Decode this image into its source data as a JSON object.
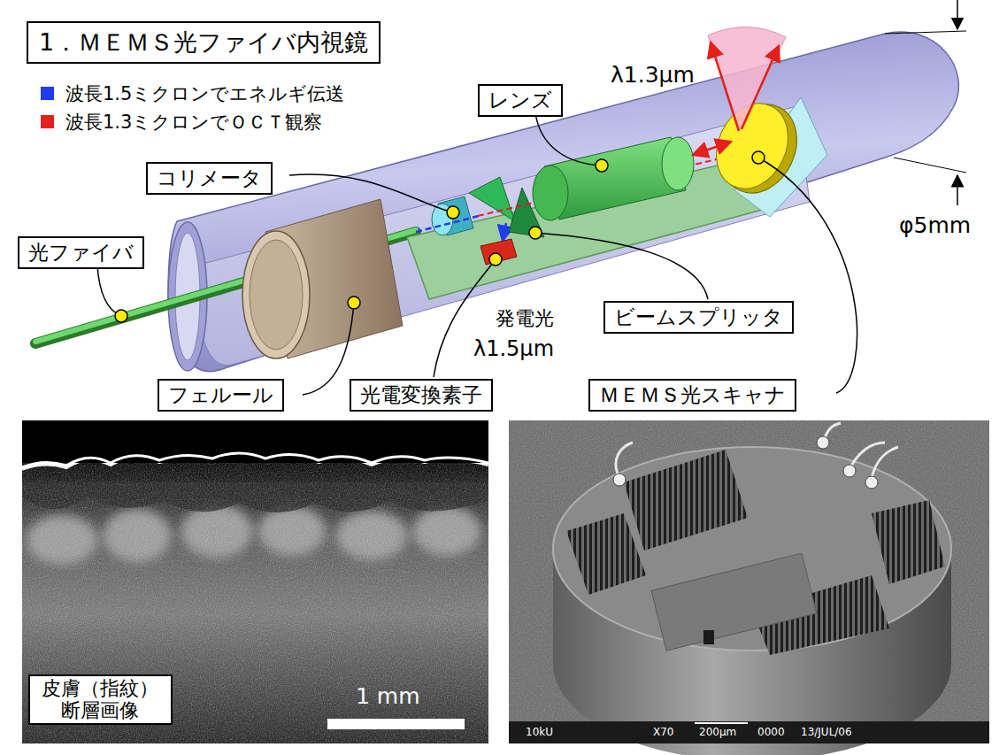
{
  "diagram": {
    "title": "1．ＭＥＭＳ光ファイバ内視鏡",
    "nodes": [
      {
        "text": [
          "レンズ"
        ]
      },
      {
        "text": [
          "コリメータ"
        ]
      },
      {
        "text": [
          "光ファイバ"
        ]
      },
      {
        "text": [
          "ビームスプリッタ"
        ]
      },
      {
        "text": [
          "フェルール"
        ]
      },
      {
        "text": [
          "光電変換素子"
        ]
      },
      {
        "text": [
          "ＭＥＭＳ光スキャナ"
        ]
      },
      {
        "text": [
          "皮膚（指紋） 断層画像"
        ]
      }
    ],
    "labels": [
      "λ1.3μm",
      "φ5mm",
      "発電光",
      "λ1.5μm",
      "1 mm",
      "10kU",
      "X70",
      "200μm",
      "0000",
      "13/JUL/06"
    ],
    "legend": [
      {
        "text": "波長1.5ミクロンでエネルギ伝送",
        "color": "#1f3cf0"
      },
      {
        "text": "波長1.3ミクロンでＯＣＴ観察",
        "color": "#e3201b"
      }
    ]
  }
}
